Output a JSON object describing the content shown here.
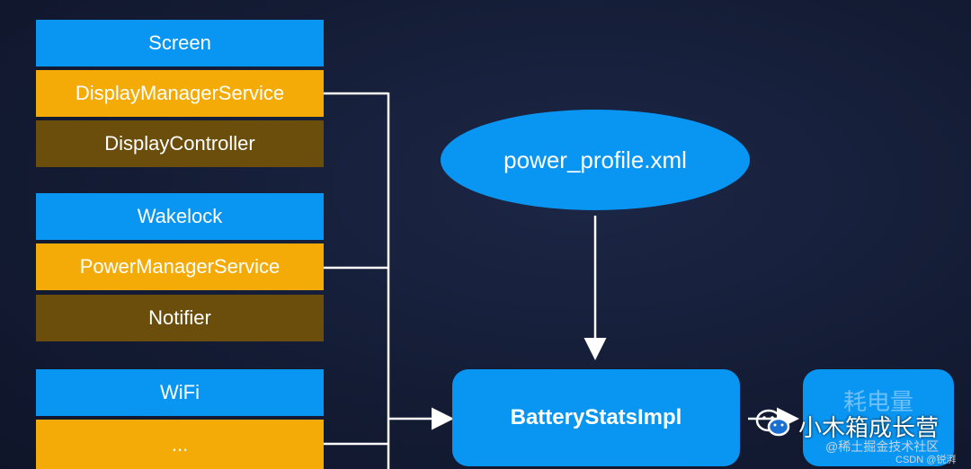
{
  "groups": [
    {
      "top": "Screen",
      "service": "DisplayManagerService",
      "bottom": "DisplayController"
    },
    {
      "top": "Wakelock",
      "service": "PowerManagerService",
      "bottom": "Notifier"
    },
    {
      "top": "WiFi",
      "service": "..."
    }
  ],
  "power_profile": "power_profile.xml",
  "battery_stats": "BatteryStatsImpl",
  "consumption_box": "耗电量",
  "watermark": {
    "account": "小木箱成长营",
    "source": "@稀土掘金技术社区",
    "csdn": "CSDN @锐湃"
  }
}
